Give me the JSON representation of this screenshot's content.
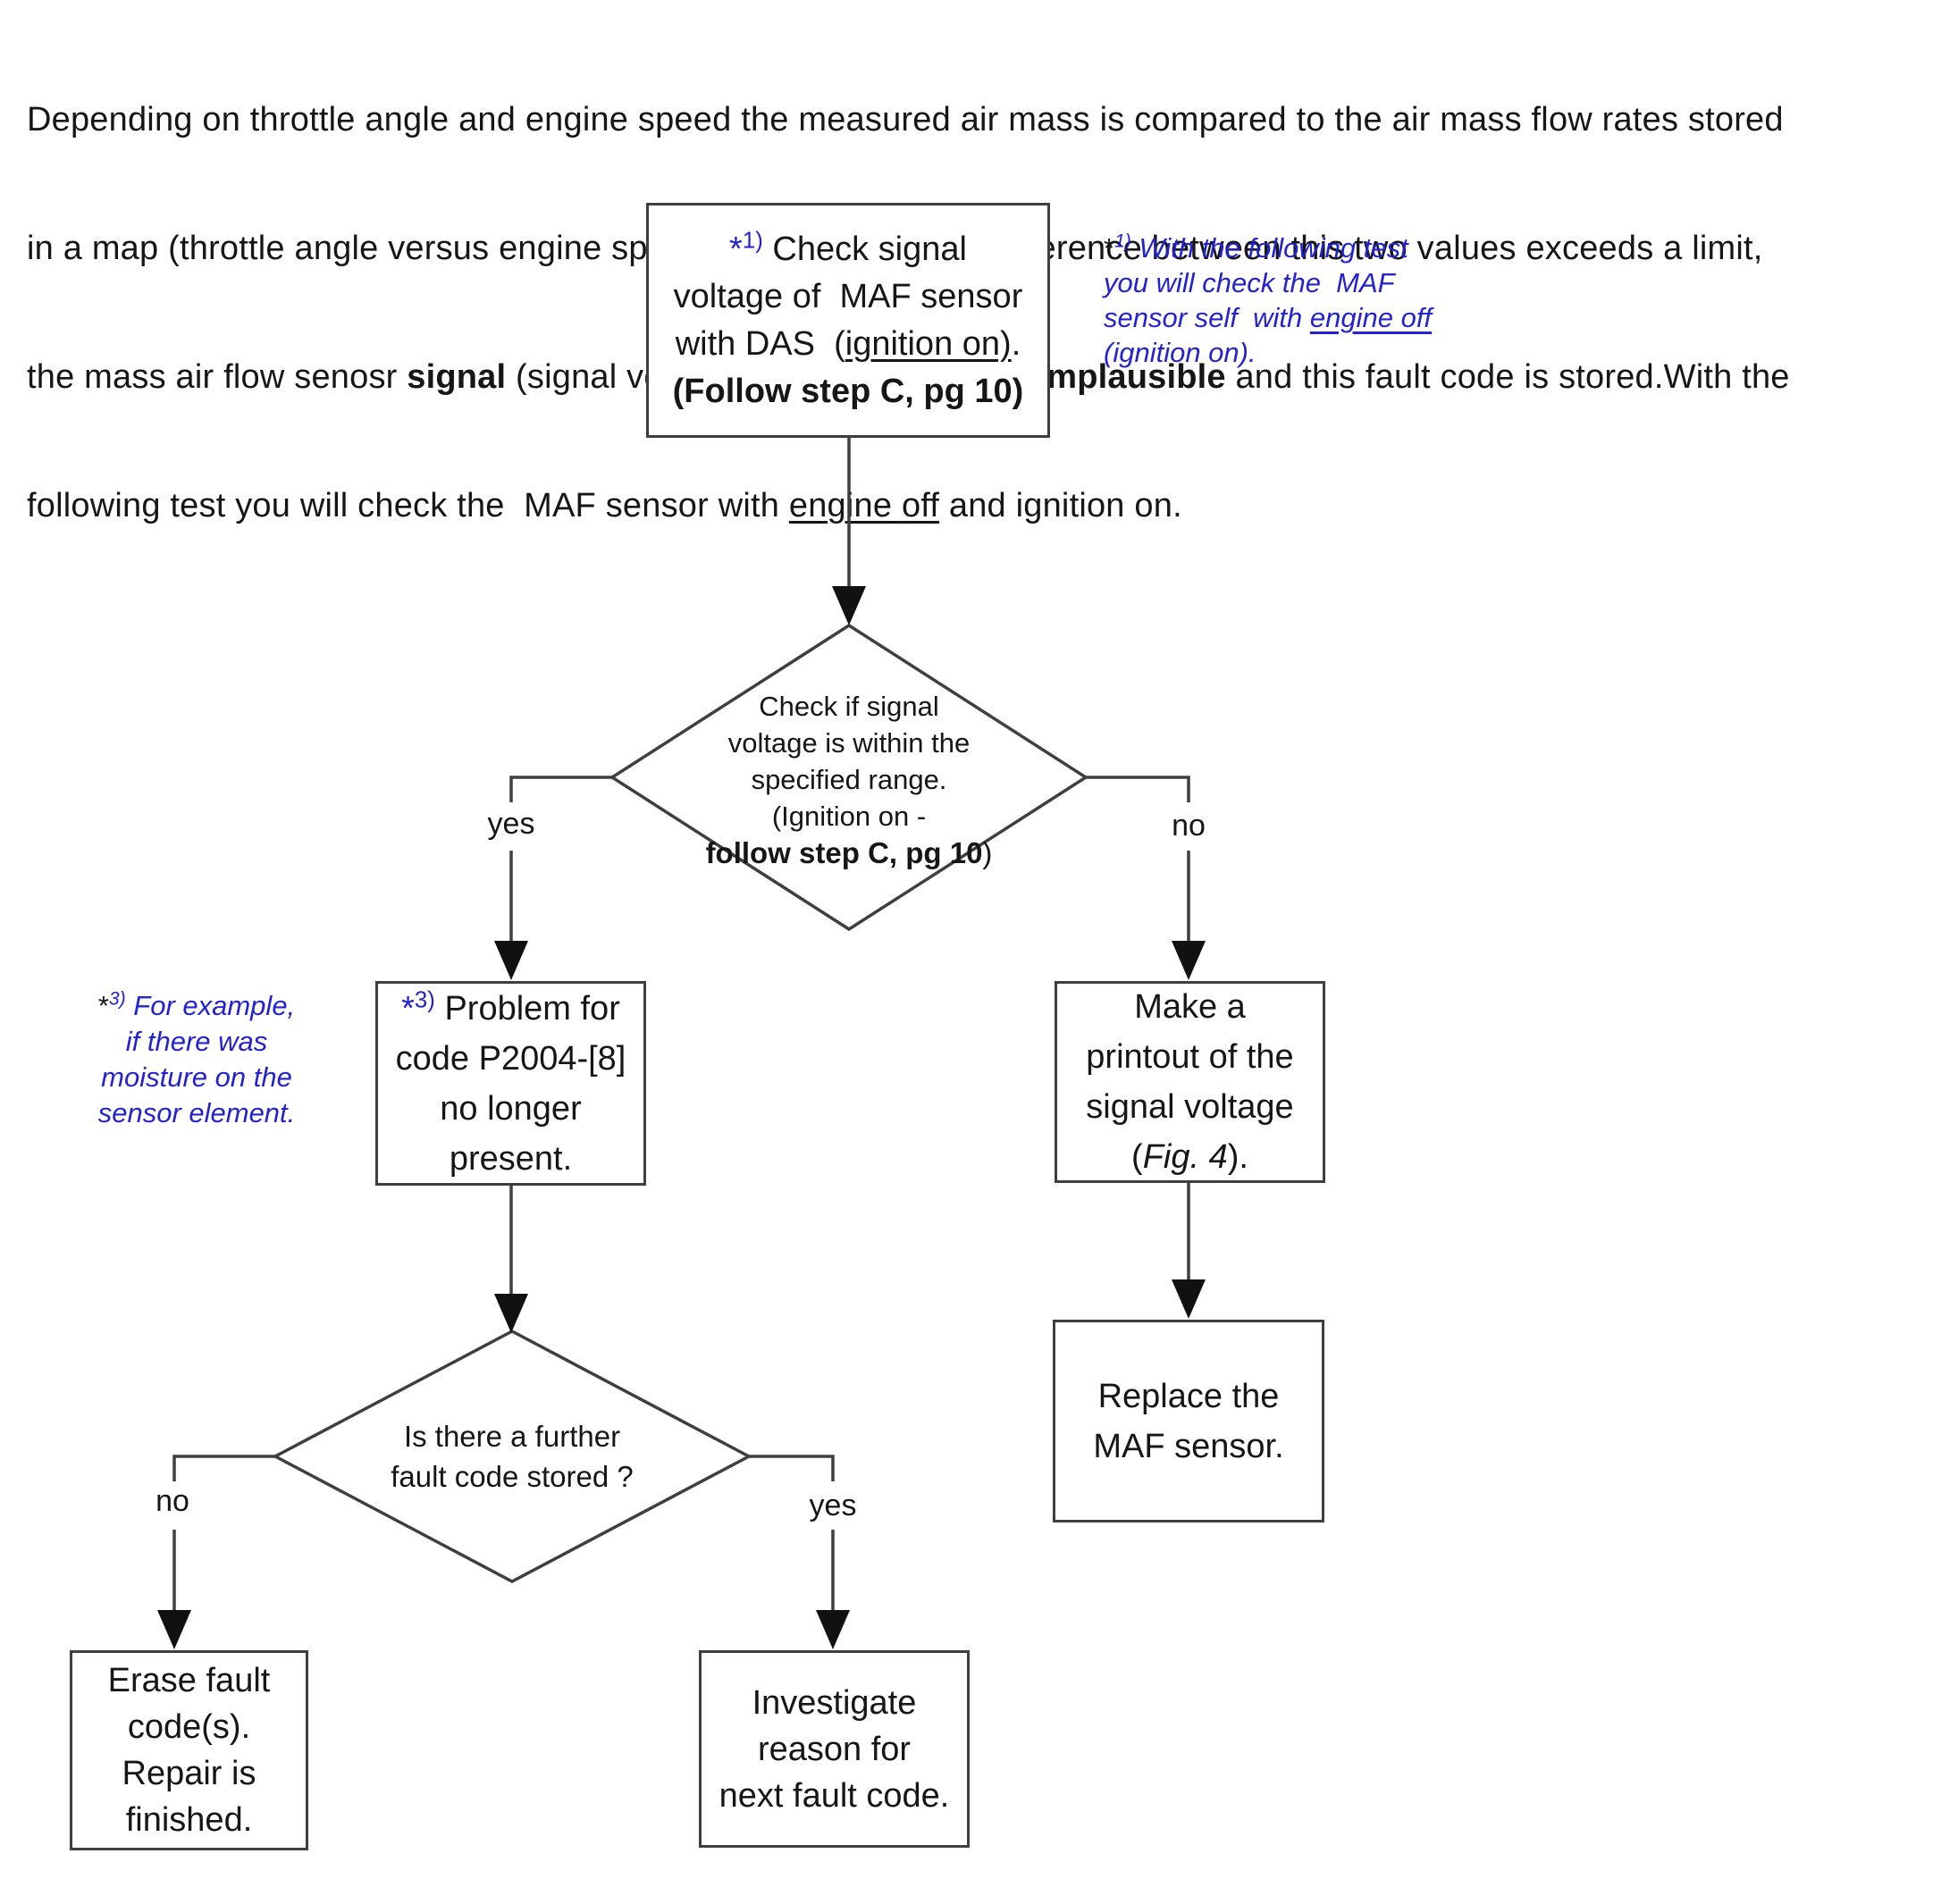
{
  "page": {
    "background": "#ffffff",
    "text_color": "#161616",
    "accent_blue": "#2323cd",
    "line_color": "#3f3f3f"
  },
  "intro": {
    "line1": "Depending on throttle angle and engine speed the measured air mass is compared to the air mass flow rates stored",
    "line2": "in a map (throttle angle versus engine speed). If the monitoring difference between this two values exceeds a limit,",
    "line3a": "the mass air flow senosr ",
    "line3b_bold": "signal",
    "line3c": " (signal voltage) ",
    "line3d_bold": "is considered as implausible",
    "line3e": " and this fault code is stored.With the",
    "line4a": "following test you will check the  MAF sensor with ",
    "line4b_underline": "engine off",
    "line4c": " and ignition on."
  },
  "flowchart": {
    "box_check_signal": {
      "marker_star": "*",
      "marker_sup": "1)",
      "l1": " Check signal",
      "l2": "voltage of  MAF sensor",
      "l3a": "with DAS  (",
      "l3b_underline": "ignition on)",
      "l3c": ".",
      "l4_bold": "(Follow step C, pg 10)"
    },
    "note_1": {
      "marker_star": "*",
      "marker_sup": "1)",
      "l1": " With the following test",
      "l2": "you will check the  MAF",
      "l3a": "sensor self  with ",
      "l3b_underline": "engine off",
      "l4": "(ignition on)."
    },
    "diamond_signal_range": {
      "l1": "Check if signal",
      "l2": "voltage is within the",
      "l3": "specified range.",
      "l4": "(Ignition on -",
      "l5_bold": "follow step C, pg 10",
      "l5_end": ")"
    },
    "label_yes_1": "yes",
    "label_no_1": "no",
    "box_problem_gone": {
      "marker_star": "*",
      "marker_sup": "3)",
      "l1": " Problem for",
      "l2": "code P2004-[8]",
      "l3": "no longer",
      "l4": "present."
    },
    "note_3": {
      "marker_star": "*",
      "marker_sup": "3)",
      "l1": " For example,",
      "l2": "if there was",
      "l3": "moisture on the",
      "l4": "sensor element."
    },
    "box_make_printout": {
      "l1": "Make a",
      "l2": "printout of the",
      "l3": "signal voltage",
      "l4a": "(",
      "l4b_italic": "Fig. 4",
      "l4c": ")."
    },
    "box_replace_maf": {
      "l1": "Replace the",
      "l2": "MAF sensor."
    },
    "diamond_further_fault": {
      "l1": "Is there a further",
      "l2": "fault code stored ?"
    },
    "label_no_2": "no",
    "label_yes_2": "yes",
    "box_erase_fault": {
      "l1": "Erase fault",
      "l2": "code(s).",
      "l3": "Repair is",
      "l4": "finished."
    },
    "box_investigate": {
      "l1": "Investigate",
      "l2": "reason for",
      "l3": "next fault code."
    }
  }
}
